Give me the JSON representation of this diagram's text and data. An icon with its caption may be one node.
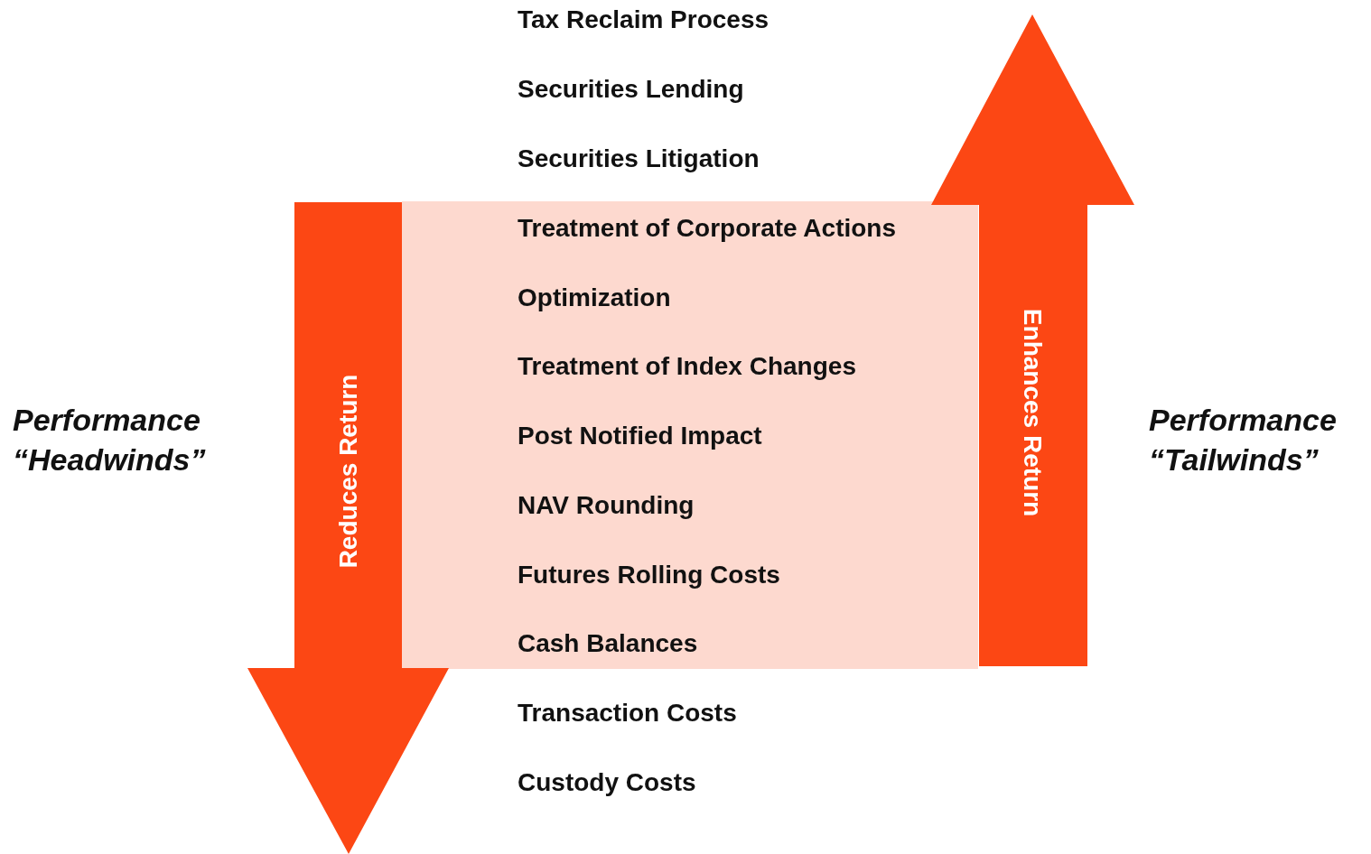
{
  "diagram": {
    "nodes": [
      {
        "text": [
          "Treatment of Corporate Actions",
          "Optimization",
          "Treatment of Index Changes",
          "Post Notified Impact",
          "NAV Rounding",
          "Futures Rolling Costs",
          "Cash Balances"
        ]
      },
      {
        "text": [
          "Reduces Return"
        ]
      },
      {
        "text": [
          "Enhances Return"
        ]
      }
    ],
    "edges": [],
    "labels": [
      "Tax Reclaim Process",
      "Securities Lending",
      "Securities Litigation",
      "Transaction Costs",
      "Custody Costs",
      "Performance “Headwinds”",
      "Performance “Tailwinds”"
    ]
  }
}
